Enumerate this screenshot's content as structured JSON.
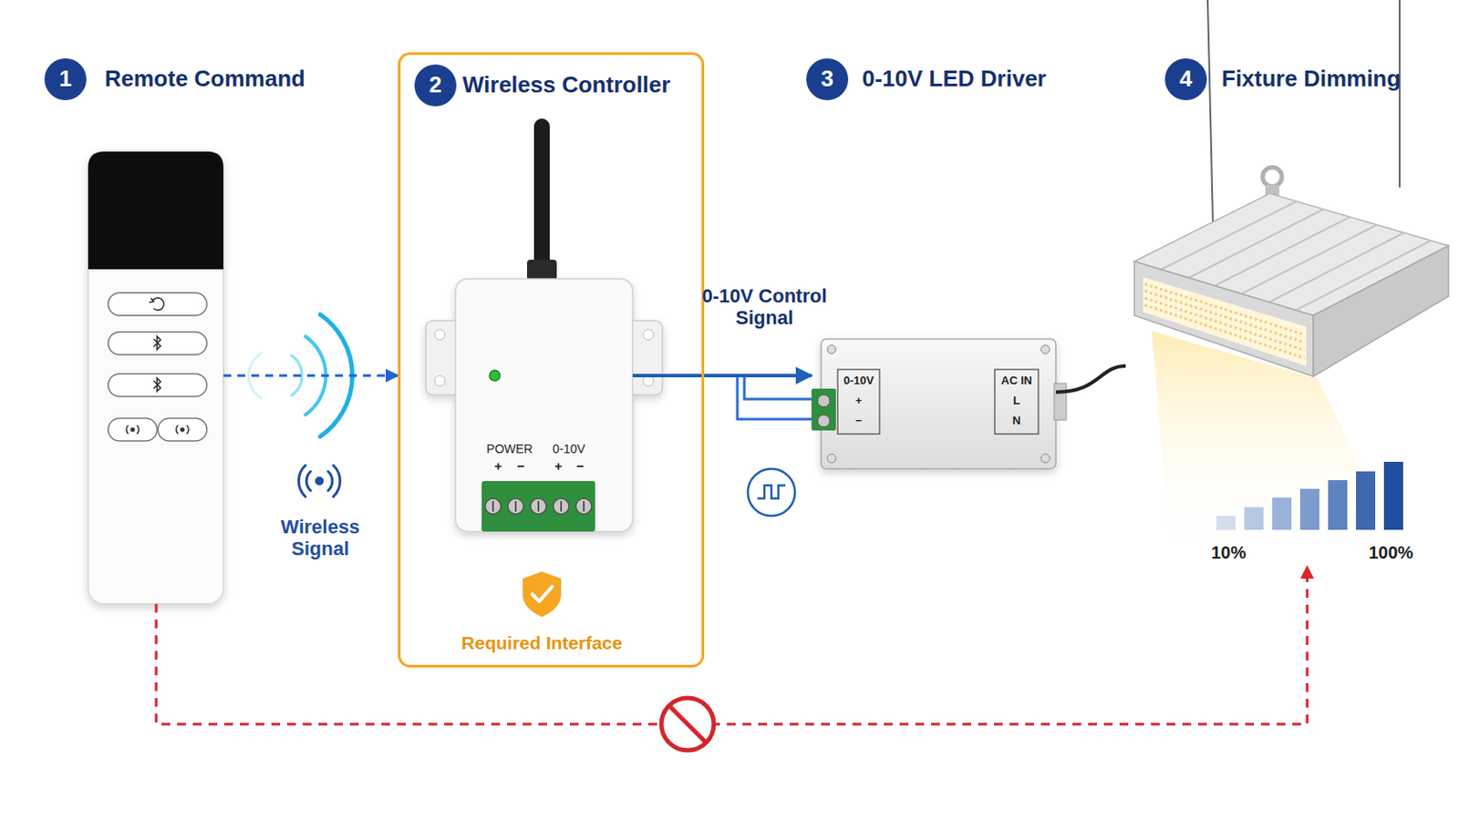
{
  "diagram": {
    "nodes": [
      {
        "text": [
          "Remote Command"
        ]
      },
      {
        "text": [
          "Wireless Controller",
          "Required Interface"
        ]
      },
      {
        "text": [
          "POWER",
          "0-10V"
        ],
        "in": 1
      },
      {
        "text": [
          "0-10V LED Driver"
        ]
      },
      {
        "text": [
          "Fixture Dimming"
        ]
      }
    ],
    "edges": [
      {
        "from": 0,
        "to": 1,
        "arrow": "to",
        "label": "Wireless Signal"
      },
      {
        "from": 2,
        "to": 3,
        "arrow": "to",
        "label": "0-10V Control Signal"
      },
      {
        "from": 3,
        "to": 4,
        "arrow": "none"
      },
      {
        "from": 0,
        "to": 4,
        "arrow": "to"
      }
    ],
    "labels": [
      "1",
      "2",
      "3",
      "4",
      "+",
      "−",
      "+",
      "−",
      "0-10V",
      "+",
      "−",
      "AC IN",
      "L",
      "N",
      "10%",
      "100%"
    ]
  }
}
